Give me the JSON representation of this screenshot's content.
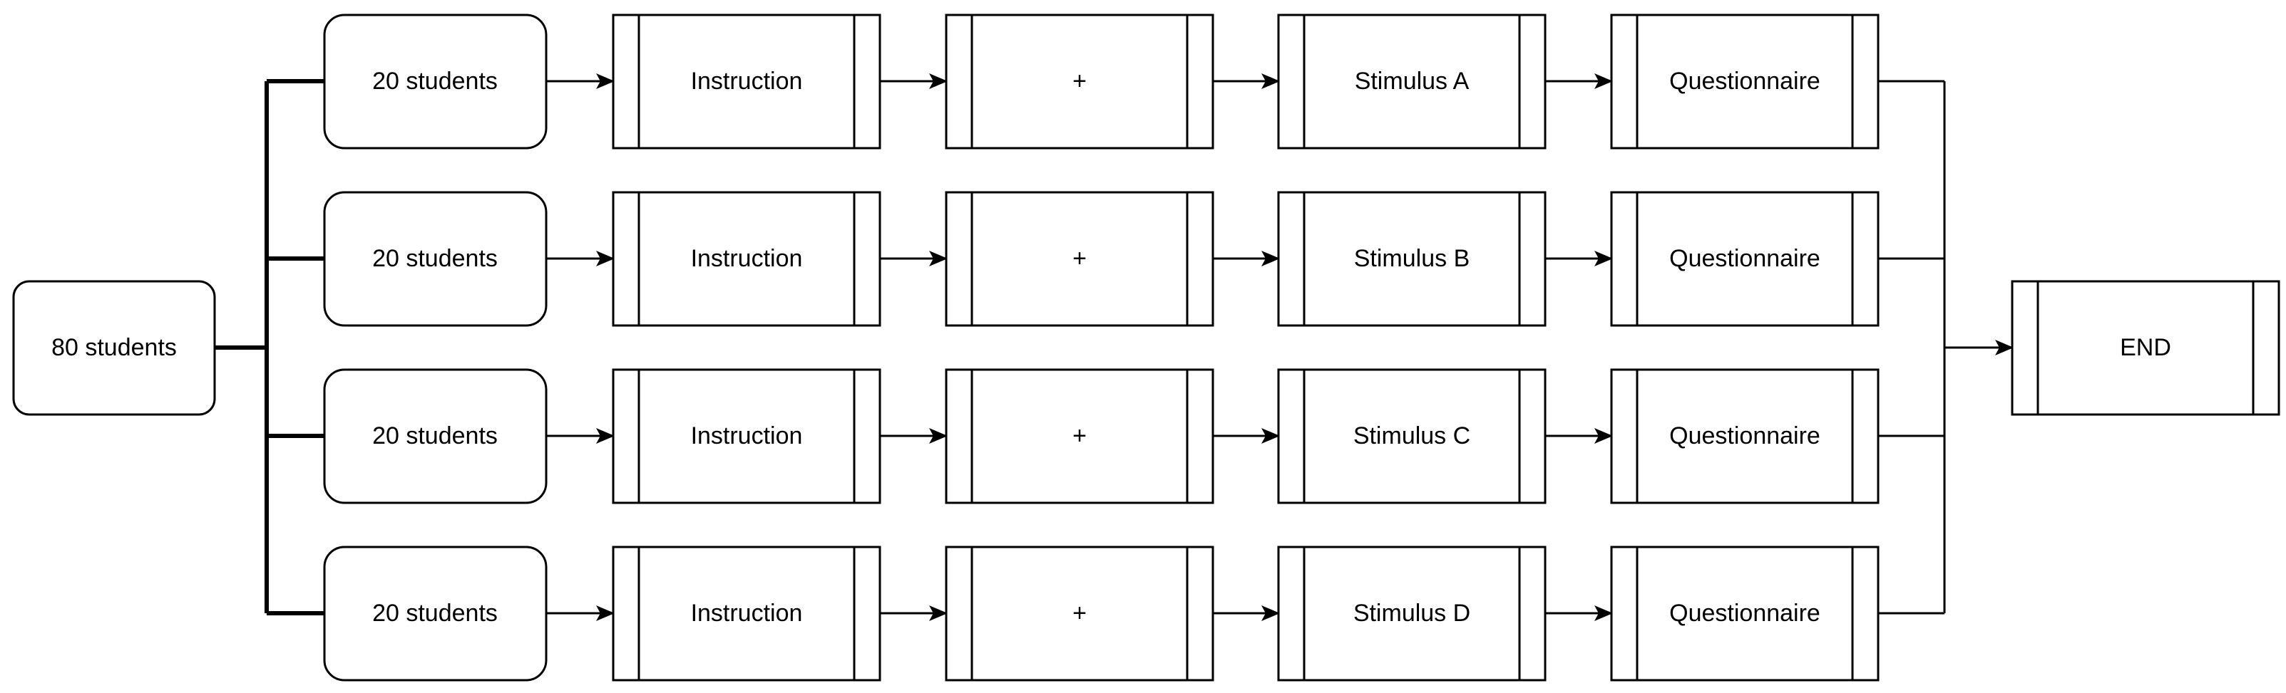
{
  "start": {
    "label": "80 students"
  },
  "groups": [
    {
      "group_label": "20 students",
      "instruction_label": "Instruction",
      "fixation_label": "+",
      "stimulus_label": "Stimulus A",
      "questionnaire_label": "Questionnaire"
    },
    {
      "group_label": "20 students",
      "instruction_label": "Instruction",
      "fixation_label": "+",
      "stimulus_label": "Stimulus B",
      "questionnaire_label": "Questionnaire"
    },
    {
      "group_label": "20 students",
      "instruction_label": "Instruction",
      "fixation_label": "+",
      "stimulus_label": "Stimulus C",
      "questionnaire_label": "Questionnaire"
    },
    {
      "group_label": "20 students",
      "instruction_label": "Instruction",
      "fixation_label": "+",
      "stimulus_label": "Stimulus D",
      "questionnaire_label": "Questionnaire"
    }
  ],
  "end": {
    "label": "END"
  }
}
